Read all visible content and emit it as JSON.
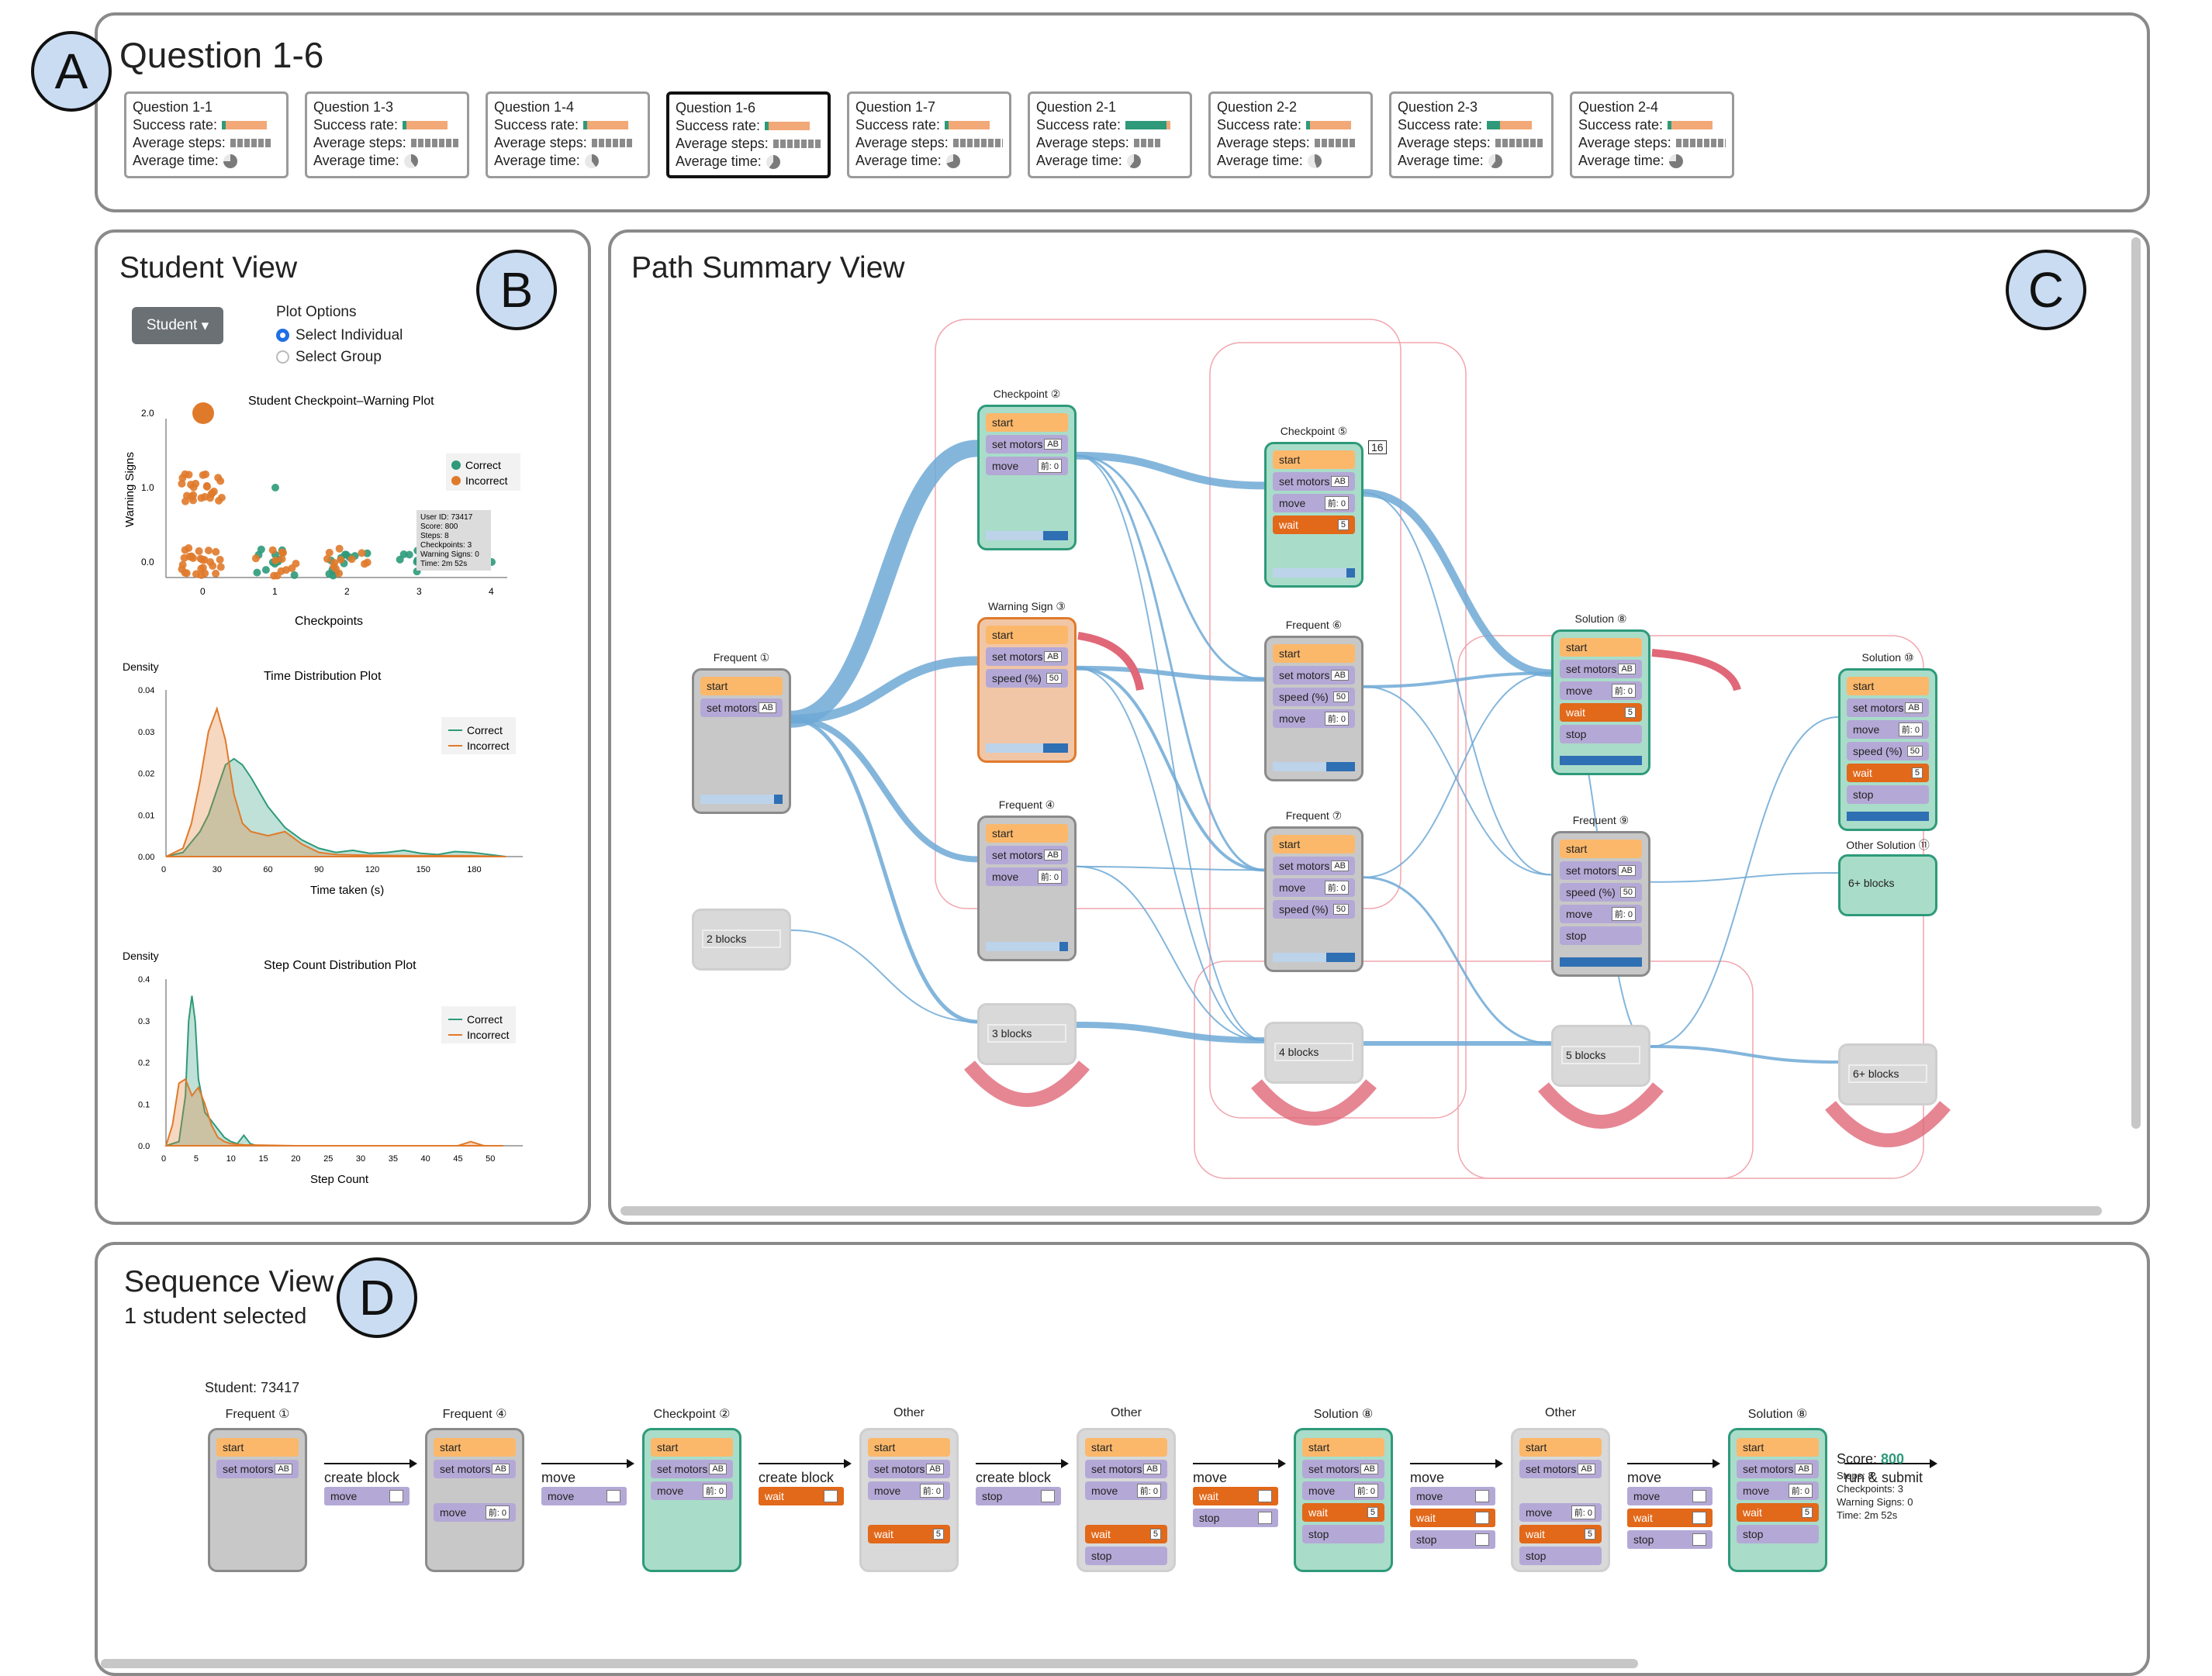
{
  "labels": {
    "a": "A",
    "b": "B",
    "c": "C",
    "d": "D"
  },
  "header": {
    "title": "Question 1-6",
    "row_labels": {
      "rate": "Success rate:",
      "steps": "Average steps:",
      "time": "Average time:"
    },
    "questions": [
      {
        "name": "Question 1-1",
        "success_rate": 0.08,
        "avg_steps": 6,
        "avg_time_fraction": 0.75
      },
      {
        "name": "Question 1-3",
        "success_rate": 0.08,
        "avg_steps": 7,
        "avg_time_fraction": 0.4
      },
      {
        "name": "Question 1-4",
        "success_rate": 0.08,
        "avg_steps": 6,
        "avg_time_fraction": 0.4
      },
      {
        "name": "Question 1-6",
        "success_rate": 0.08,
        "avg_steps": 7,
        "avg_time_fraction": 0.6,
        "selected": true
      },
      {
        "name": "Question 1-7",
        "success_rate": 0.08,
        "avg_steps": 8,
        "avg_time_fraction": 0.7
      },
      {
        "name": "Question 2-1",
        "success_rate": 0.92,
        "avg_steps": 4,
        "avg_time_fraction": 0.6
      },
      {
        "name": "Question 2-2",
        "success_rate": 0.08,
        "avg_steps": 6,
        "avg_time_fraction": 0.45
      },
      {
        "name": "Question 2-3",
        "success_rate": 0.3,
        "avg_steps": 7,
        "avg_time_fraction": 0.6
      },
      {
        "name": "Question 2-4",
        "success_rate": 0.08,
        "avg_steps": 8,
        "avg_time_fraction": 0.75
      }
    ]
  },
  "student_view": {
    "title": "Student View",
    "student_button": "Student",
    "plot_options_label": "Plot Options",
    "option_individual": "Select Individual",
    "option_group": "Select Group",
    "colors": {
      "correct": "#2e9a7a",
      "incorrect": "#e07a2b"
    },
    "tooltip": [
      "User ID: 73417",
      "Score: 800",
      "Steps: 8",
      "Checkpoints: 3",
      "Warning Signs: 0",
      "Time: 2m 52s"
    ]
  },
  "chart_data": [
    {
      "type": "scatter",
      "title": "Student Checkpoint–Warning Plot",
      "xlabel": "Checkpoints",
      "ylabel": "Warning Signs",
      "x_ticks": [
        "0",
        "1",
        "2",
        "3",
        "4"
      ],
      "y_ticks": [
        "0.0",
        "1.0",
        "2.0"
      ],
      "legend": [
        "Correct",
        "Incorrect"
      ],
      "series": [
        {
          "name": "Correct",
          "points": [
            [
              1,
              1.0
            ],
            [
              1,
              0.0
            ],
            [
              2,
              0.0
            ],
            [
              3,
              0.0
            ],
            [
              4,
              0.0
            ]
          ]
        },
        {
          "name": "Incorrect",
          "points": [
            [
              0,
              2.0
            ],
            [
              0,
              1.0
            ],
            [
              0,
              0.0
            ],
            [
              1,
              0.0
            ],
            [
              2,
              0.0
            ]
          ]
        }
      ]
    },
    {
      "type": "area",
      "title": "Time Distribution Plot",
      "xlabel": "Time taken (s)",
      "ylabel": "Density",
      "x_ticks": [
        "0",
        "30",
        "60",
        "90",
        "120",
        "150",
        "180"
      ],
      "y_ticks": [
        "0.00",
        "0.01",
        "0.02",
        "0.03",
        "0.04"
      ],
      "xlim": [
        0,
        210
      ],
      "ylim": [
        0,
        0.04
      ],
      "legend": [
        "Correct",
        "Incorrect"
      ],
      "series": [
        {
          "name": "Correct",
          "x": [
            0,
            10,
            20,
            25,
            30,
            35,
            40,
            45,
            50,
            60,
            70,
            80,
            90,
            100,
            110,
            120,
            130,
            140,
            150,
            160,
            170,
            180,
            190,
            200
          ],
          "values": [
            0,
            0.001,
            0.006,
            0.01,
            0.016,
            0.022,
            0.0235,
            0.022,
            0.019,
            0.012,
            0.007,
            0.004,
            0.002,
            0.001,
            0.0015,
            0.0008,
            0.001,
            0.0015,
            0.0008,
            0.0005,
            0.0012,
            0.001,
            0.0005,
            0
          ]
        },
        {
          "name": "Incorrect",
          "x": [
            0,
            10,
            15,
            20,
            25,
            30,
            35,
            40,
            45,
            50,
            60,
            70,
            80,
            90,
            100,
            120,
            150,
            180,
            200
          ],
          "values": [
            0,
            0.002,
            0.008,
            0.018,
            0.03,
            0.0355,
            0.028,
            0.015,
            0.008,
            0.006,
            0.005,
            0.006,
            0.003,
            0.001,
            0.0005,
            0.0003,
            0.0002,
            0.0002,
            0
          ]
        }
      ]
    },
    {
      "type": "area",
      "title": "Step Count Distribution Plot",
      "xlabel": "Step Count",
      "ylabel": "Density",
      "x_ticks": [
        "0",
        "5",
        "10",
        "15",
        "20",
        "25",
        "30",
        "35",
        "40",
        "45",
        "50"
      ],
      "y_ticks": [
        "0.0",
        "0.1",
        "0.2",
        "0.3",
        "0.4"
      ],
      "xlim": [
        0,
        55
      ],
      "ylim": [
        0,
        0.4
      ],
      "legend": [
        "Correct",
        "Incorrect"
      ],
      "series": [
        {
          "name": "Correct",
          "x": [
            0,
            2,
            3,
            3.5,
            4,
            4.5,
            5,
            6,
            7,
            8,
            9,
            10,
            11,
            12,
            13,
            14,
            20,
            50
          ],
          "values": [
            0,
            0.01,
            0.12,
            0.3,
            0.36,
            0.3,
            0.16,
            0.08,
            0.06,
            0.04,
            0.02,
            0.01,
            0.005,
            0.025,
            0.005,
            0,
            0,
            0
          ]
        },
        {
          "name": "Incorrect",
          "x": [
            0,
            1,
            2,
            3,
            4,
            5,
            6,
            7,
            8,
            9,
            10,
            12,
            20,
            45,
            47,
            49,
            52
          ],
          "values": [
            0,
            0.05,
            0.15,
            0.16,
            0.12,
            0.14,
            0.1,
            0.05,
            0.02,
            0.01,
            0.005,
            0.002,
            0,
            0,
            0.01,
            0,
            0
          ]
        }
      ]
    }
  ],
  "path_summary": {
    "title": "Path Summary View",
    "colors": {
      "edge": "#6ea9d6",
      "loop": "#e06878",
      "start": "#fbb86b",
      "purple": "#b4a9d6",
      "wait": "#e2681a"
    },
    "nodes": [
      {
        "id": "frequent1",
        "title": "Frequent ①",
        "blocks": [
          [
            "start",
            ""
          ],
          [
            "set motors",
            "AB"
          ]
        ],
        "progress": 0.1
      },
      {
        "id": "checkpoint2",
        "title": "Checkpoint ②",
        "blocks": [
          [
            "start",
            ""
          ],
          [
            "set motors",
            "AB"
          ],
          [
            "move",
            "前: 0"
          ]
        ],
        "progress": 0.3
      },
      {
        "id": "warning3",
        "title": "Warning Sign ③",
        "blocks": [
          [
            "start",
            ""
          ],
          [
            "set motors",
            "AB"
          ],
          [
            "speed (%)",
            "50"
          ]
        ],
        "progress": 0.3
      },
      {
        "id": "frequent4",
        "title": "Frequent ④",
        "blocks": [
          [
            "start",
            ""
          ],
          [
            "set motors",
            "AB"
          ],
          [
            "move",
            "前: 0"
          ]
        ],
        "progress": 0.1
      },
      {
        "id": "checkpoint5",
        "title": "Checkpoint ⑤",
        "badge": "16",
        "blocks": [
          [
            "start",
            ""
          ],
          [
            "set motors",
            "AB"
          ],
          [
            "move",
            "前: 0"
          ],
          [
            "wait",
            "5"
          ]
        ],
        "progress": 0.1
      },
      {
        "id": "frequent6",
        "title": "Frequent ⑥",
        "blocks": [
          [
            "start",
            ""
          ],
          [
            "set motors",
            "AB"
          ],
          [
            "speed (%)",
            "50"
          ],
          [
            "move",
            "前: 0"
          ]
        ],
        "progress": 0.35
      },
      {
        "id": "frequent7",
        "title": "Frequent ⑦",
        "blocks": [
          [
            "start",
            ""
          ],
          [
            "set motors",
            "AB"
          ],
          [
            "move",
            "前: 0"
          ],
          [
            "speed (%)",
            "50"
          ]
        ],
        "progress": 0.35
      },
      {
        "id": "solution8",
        "title": "Solution ⑧",
        "blocks": [
          [
            "start",
            ""
          ],
          [
            "set motors",
            "AB"
          ],
          [
            "move",
            "前: 0"
          ],
          [
            "wait",
            "5"
          ],
          [
            "stop",
            ""
          ]
        ],
        "progress": 1.0
      },
      {
        "id": "frequent9",
        "title": "Frequent ⑨",
        "blocks": [
          [
            "start",
            ""
          ],
          [
            "set motors",
            "AB"
          ],
          [
            "speed (%)",
            "50"
          ],
          [
            "move",
            "前: 0"
          ],
          [
            "stop",
            ""
          ]
        ],
        "progress": 1.0
      },
      {
        "id": "solution10",
        "title": "Solution ⑩",
        "blocks": [
          [
            "start",
            ""
          ],
          [
            "set motors",
            "AB"
          ],
          [
            "move",
            "前: 0"
          ],
          [
            "speed (%)",
            "50"
          ],
          [
            "wait",
            "5"
          ],
          [
            "stop",
            ""
          ]
        ],
        "progress": 1.0
      },
      {
        "id": "othersol11",
        "title": "Other Solution ⑪",
        "label": "6+ blocks"
      }
    ],
    "group_nodes": [
      {
        "id": "g2",
        "label": "2 blocks"
      },
      {
        "id": "g3",
        "label": "3 blocks"
      },
      {
        "id": "g4",
        "label": "4 blocks"
      },
      {
        "id": "g5",
        "label": "5 blocks"
      },
      {
        "id": "g6",
        "label": "6+ blocks"
      }
    ]
  },
  "sequence_view": {
    "title": "Sequence View",
    "subtitle": "1 student selected",
    "student_label": "Student: 73417",
    "steps": [
      {
        "title": "Frequent ①",
        "blocks": [
          [
            "start",
            ""
          ],
          [
            "set motors",
            "AB"
          ]
        ]
      },
      {
        "title": "Frequent ④",
        "blocks": [
          [
            "start",
            ""
          ],
          [
            "set motors",
            "AB"
          ],
          [
            "",
            ""
          ],
          [
            "move",
            "前: 0"
          ]
        ]
      },
      {
        "title": "Checkpoint ②",
        "blocks": [
          [
            "start",
            ""
          ],
          [
            "set motors",
            "AB"
          ],
          [
            "move",
            "前: 0"
          ]
        ]
      },
      {
        "title": "Other",
        "blocks": [
          [
            "start",
            ""
          ],
          [
            "set motors",
            "AB"
          ],
          [
            "move",
            "前: 0"
          ],
          [
            "",
            ""
          ],
          [
            "wait",
            "5"
          ]
        ]
      },
      {
        "title": "Other",
        "blocks": [
          [
            "start",
            ""
          ],
          [
            "set motors",
            "AB"
          ],
          [
            "move",
            "前: 0"
          ],
          [
            "",
            ""
          ],
          [
            "wait",
            "5"
          ],
          [
            "stop",
            ""
          ]
        ]
      },
      {
        "title": "Solution ⑧",
        "blocks": [
          [
            "start",
            ""
          ],
          [
            "set motors",
            "AB"
          ],
          [
            "move",
            "前: 0"
          ],
          [
            "wait",
            "5"
          ],
          [
            "stop",
            ""
          ]
        ]
      },
      {
        "title": "Other",
        "blocks": [
          [
            "start",
            ""
          ],
          [
            "set motors",
            "AB"
          ],
          [
            "",
            ""
          ],
          [
            "move",
            "前: 0"
          ],
          [
            "wait",
            "5"
          ],
          [
            "stop",
            ""
          ]
        ]
      },
      {
        "title": "Solution ⑧",
        "blocks": [
          [
            "start",
            ""
          ],
          [
            "set motors",
            "AB"
          ],
          [
            "move",
            "前: 0"
          ],
          [
            "wait",
            "5"
          ],
          [
            "stop",
            ""
          ]
        ]
      }
    ],
    "actions": [
      {
        "label": "create block",
        "blocks": [
          [
            "move",
            ""
          ]
        ]
      },
      {
        "label": "move",
        "blocks": [
          [
            "move",
            ""
          ]
        ]
      },
      {
        "label": "create block",
        "blocks": [
          [
            "wait",
            ""
          ]
        ]
      },
      {
        "label": "create block",
        "blocks": [
          [
            "stop",
            ""
          ]
        ]
      },
      {
        "label": "move",
        "blocks": [
          [
            "wait",
            ""
          ],
          [
            "stop",
            ""
          ]
        ]
      },
      {
        "label": "move",
        "blocks": [
          [
            "move",
            ""
          ],
          [
            "wait",
            ""
          ],
          [
            "stop",
            ""
          ]
        ]
      },
      {
        "label": "move",
        "blocks": [
          [
            "move",
            ""
          ],
          [
            "wait",
            ""
          ],
          [
            "stop",
            ""
          ]
        ]
      },
      {
        "label": "run & submit",
        "blocks": []
      }
    ],
    "result": {
      "score_label": "Score:",
      "score": "800",
      "steps": "Steps: 8",
      "checkpoints": "Checkpoints: 3",
      "warnings": "Warning Signs: 0",
      "time": "Time: 2m 52s"
    }
  }
}
